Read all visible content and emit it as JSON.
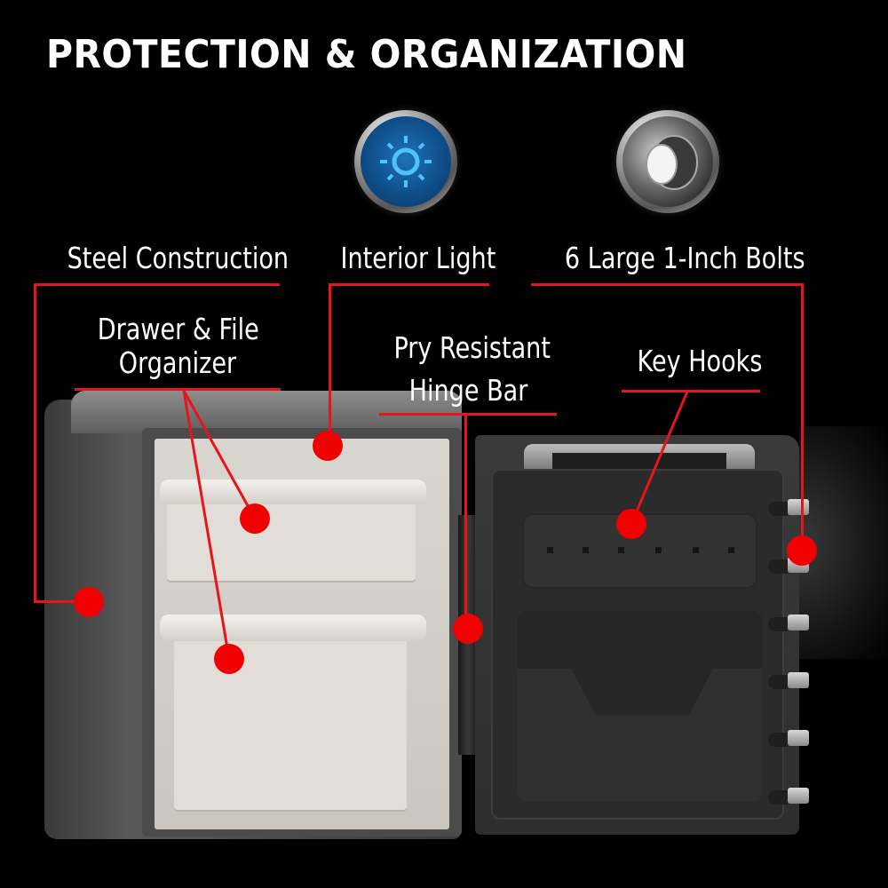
{
  "title": "PROTECTION & ORGANIZATION",
  "colors": {
    "background": "#000000",
    "text": "#ffffff",
    "callout_red": "#e8141b",
    "dot_red": "#f00000",
    "light_icon_blue": "#1f73b8"
  },
  "feature_icons": [
    {
      "name": "interior-light-icon",
      "description": "blue light icon in chrome ring"
    },
    {
      "name": "bolt-icon",
      "description": "chrome bolt in chrome ring"
    }
  ],
  "callouts": [
    {
      "id": "steel",
      "label_lines": [
        "Steel Construction"
      ]
    },
    {
      "id": "light",
      "label_lines": [
        "Interior Light"
      ]
    },
    {
      "id": "bolts",
      "label_lines": [
        "6 Large 1-Inch Bolts"
      ]
    },
    {
      "id": "drawer",
      "label_lines": [
        "Drawer & File",
        "Organizer"
      ]
    },
    {
      "id": "hinge",
      "label_lines": [
        "Pry Resistant",
        "Hinge Bar"
      ]
    },
    {
      "id": "hooks",
      "label_lines": [
        "Key Hooks"
      ]
    }
  ],
  "product": {
    "name": "fire safe with door open",
    "bolt_count": 6,
    "drawer_count": 2,
    "key_hook_count": 6
  }
}
